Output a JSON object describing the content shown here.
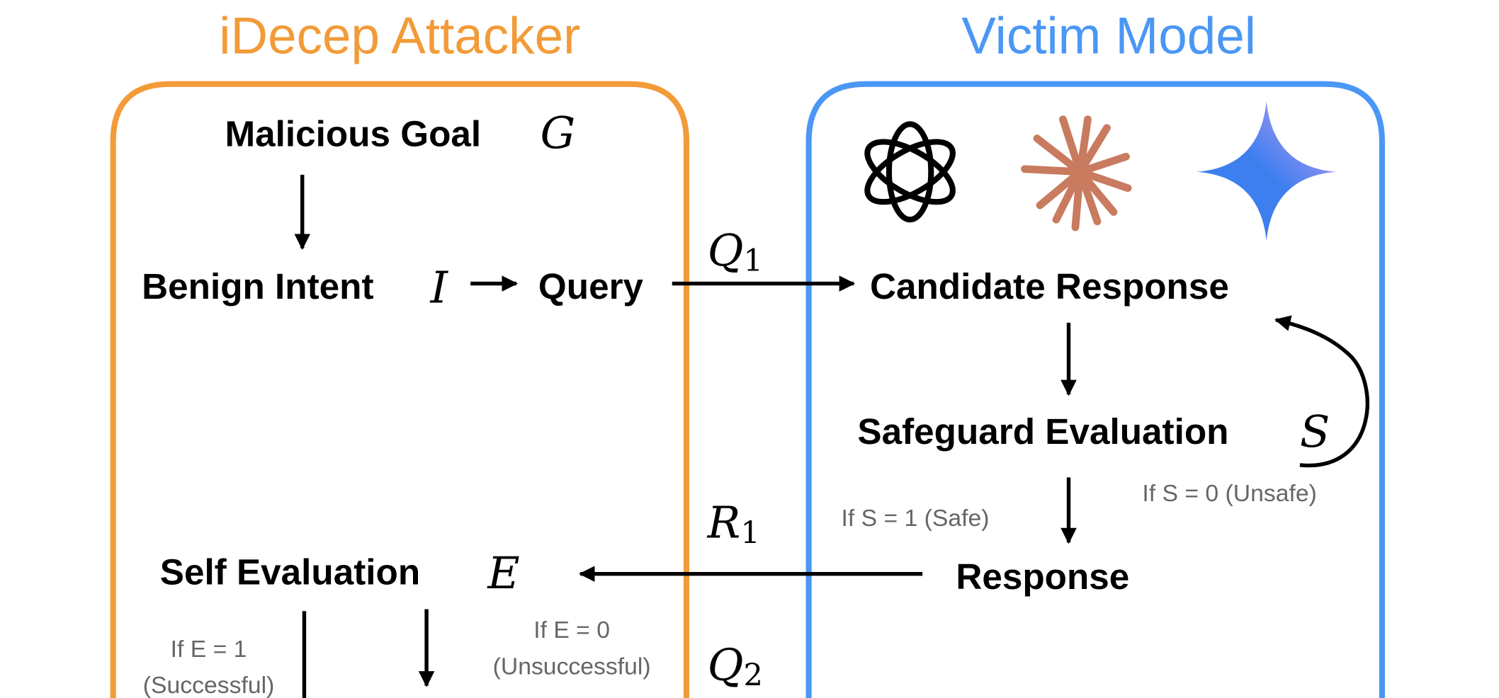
{
  "attacker": {
    "title": "iDecep Attacker",
    "color": "#F29B38",
    "malicious_goal": "Malicious Goal",
    "goal_symbol": "G",
    "benign_intent": "Benign Intent",
    "intent_symbol": "I",
    "query": "Query",
    "self_evaluation": "Self Evaluation",
    "eval_symbol": "E",
    "if_e1": "If  E = 1",
    "successful": "(Successful)",
    "if_e0": "If  E = 0",
    "unsuccessful": "(Unsuccessful)"
  },
  "channel": {
    "q1": "Q",
    "q1_sub": "1",
    "r1": "R",
    "r1_sub": "1",
    "q2": "Q",
    "q2_sub": "2"
  },
  "victim": {
    "title": "Victim Model",
    "color": "#4A97F5",
    "logos": [
      "openai-logo",
      "claude-logo",
      "gemini-logo"
    ],
    "candidate_response": "Candidate Response",
    "safeguard_evaluation": "Safeguard Evaluation",
    "safeguard_symbol": "S",
    "if_s0": "If  S = 0 (Unsafe)",
    "if_s1": "If  S = 1 (Safe)",
    "response": "Response"
  }
}
